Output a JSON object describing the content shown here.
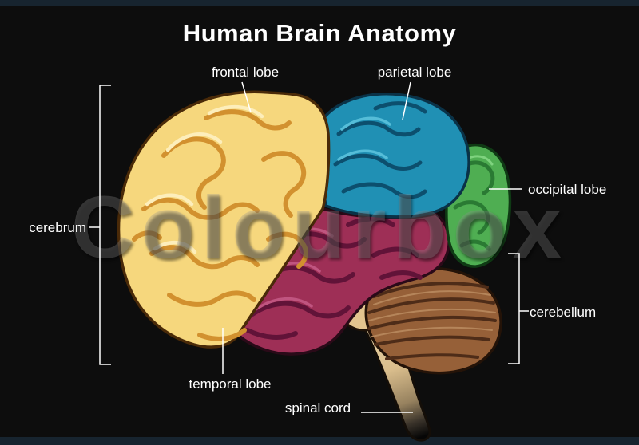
{
  "page": {
    "title": "Human Brain Anatomy",
    "watermark": "Colourbox"
  },
  "labels": {
    "frontal_lobe": "frontal lobe",
    "parietal_lobe": "parietal lobe",
    "occipital_lobe": "occipital lobe",
    "cerebrum": "cerebrum",
    "cerebellum": "cerebellum",
    "temporal_lobe": "temporal lobe",
    "spinal_cord": "spinal cord"
  },
  "colors": {
    "background": "#0d0d0d",
    "label_text": "#ffffff",
    "frontal_lobe": "#f6d77d",
    "parietal_lobe": "#2090b4",
    "occipital_lobe": "#4fae52",
    "temporal_lobe": "#9e2f56",
    "cerebellum": "#966038",
    "brainstem": "#e2c48f"
  }
}
